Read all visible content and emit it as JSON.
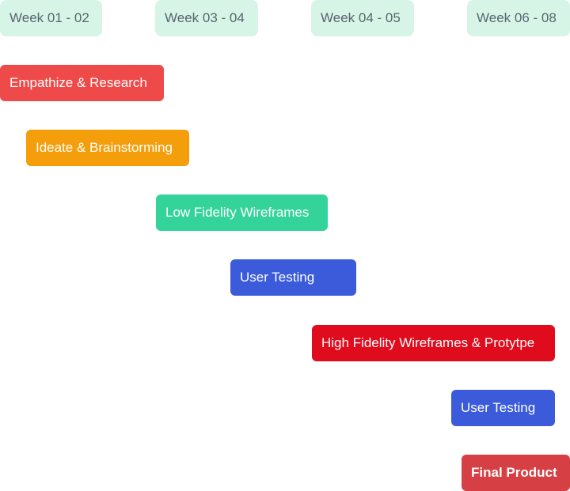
{
  "weeks": [
    {
      "label": "Week 01 - 02"
    },
    {
      "label": "Week 03 - 04"
    },
    {
      "label": "Week 04 - 05"
    },
    {
      "label": "Week 06 - 08"
    }
  ],
  "tasks": [
    {
      "label": "Empathize & Research",
      "color": "#ef4a4a"
    },
    {
      "label": "Ideate & Brainstorming",
      "color": "#f59e0b"
    },
    {
      "label": "Low Fidelity Wireframes",
      "color": "#34d399"
    },
    {
      "label": "User Testing",
      "color": "#3b5bdb"
    },
    {
      "label": "High Fidelity Wireframes & Protytpe",
      "color": "#e00b1c"
    },
    {
      "label": "User Testing",
      "color": "#3b5bdb"
    },
    {
      "label": "Final Product",
      "color": "#d64045"
    }
  ]
}
